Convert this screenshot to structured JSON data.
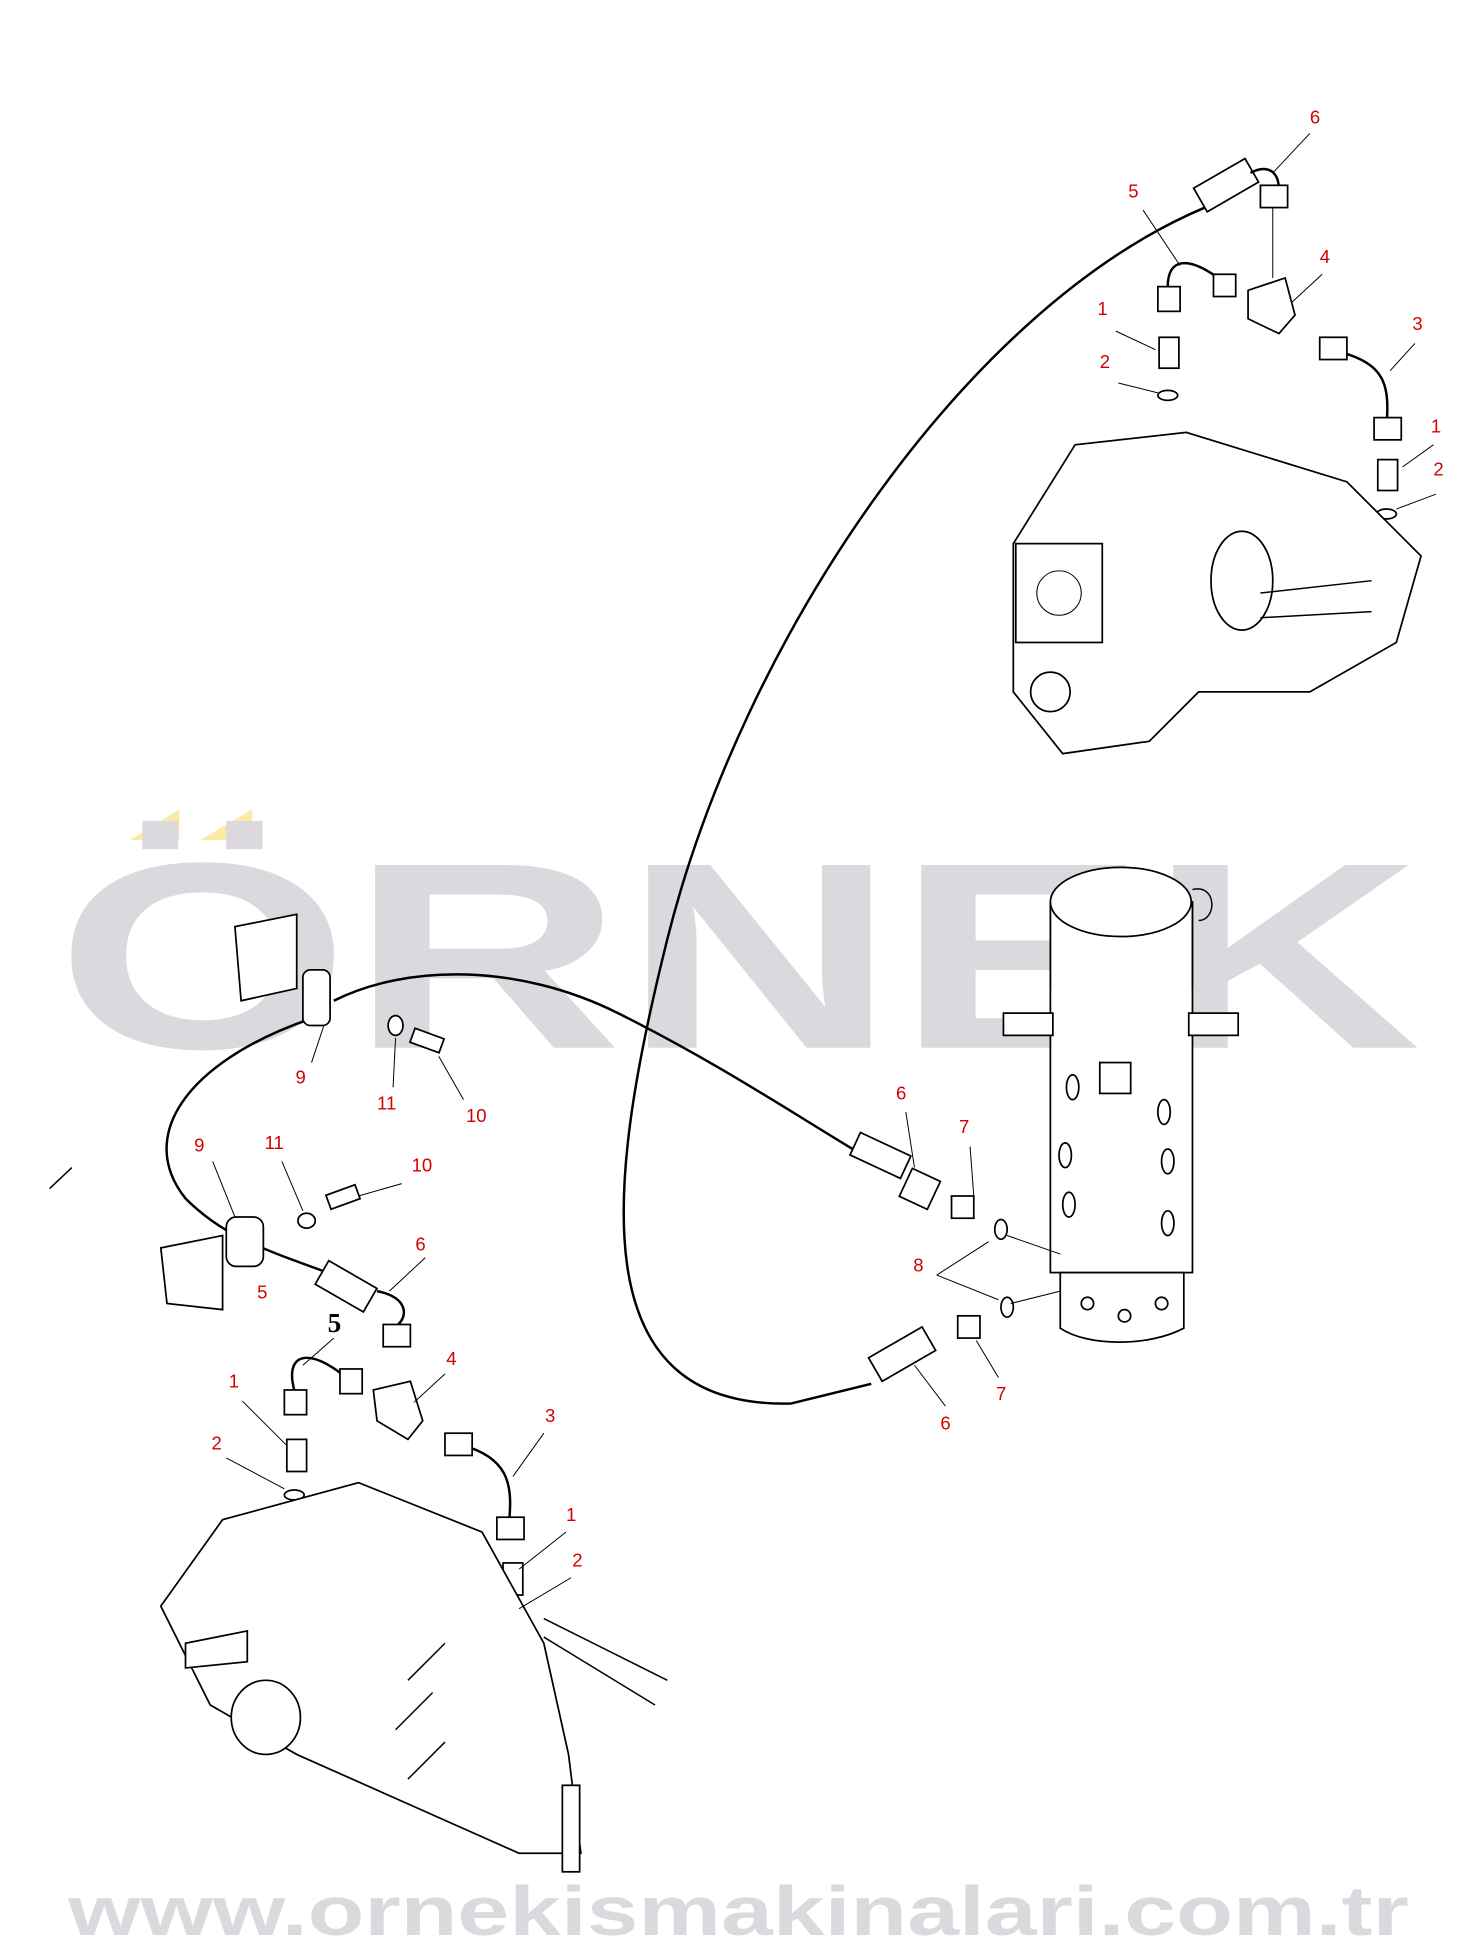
{
  "watermark": {
    "brand": "ÖRNEK",
    "url": "www.ornekismakinalari.com.tr",
    "brand_color": "#dcd9de",
    "accent_color": "#fde9a6"
  },
  "label_color": "#d40000",
  "callouts": {
    "top_right": [
      {
        "id": "tr6",
        "text": "6"
      },
      {
        "id": "tr5",
        "text": "5"
      },
      {
        "id": "tr4",
        "text": "4"
      },
      {
        "id": "tr1a",
        "text": "1"
      },
      {
        "id": "tr3",
        "text": "3"
      },
      {
        "id": "tr2a",
        "text": "2"
      },
      {
        "id": "tr1b",
        "text": "1"
      },
      {
        "id": "tr2b",
        "text": "2"
      }
    ],
    "middle": [
      {
        "id": "m9a",
        "text": "9"
      },
      {
        "id": "m11a",
        "text": "11"
      },
      {
        "id": "m10a",
        "text": "10"
      },
      {
        "id": "m6a",
        "text": "6"
      },
      {
        "id": "m7a",
        "text": "7"
      },
      {
        "id": "m9b",
        "text": "9"
      },
      {
        "id": "m11b",
        "text": "11"
      },
      {
        "id": "m10b",
        "text": "10"
      },
      {
        "id": "m8",
        "text": "8"
      },
      {
        "id": "m5",
        "text": "5"
      },
      {
        "id": "m7b",
        "text": "7"
      },
      {
        "id": "m6b",
        "text": "6"
      }
    ],
    "bottom_left": [
      {
        "id": "bl6",
        "text": "6"
      },
      {
        "id": "bl5bold",
        "text": "5"
      },
      {
        "id": "bl4",
        "text": "4"
      },
      {
        "id": "bl1a",
        "text": "1"
      },
      {
        "id": "bl3",
        "text": "3"
      },
      {
        "id": "bl2a",
        "text": "2"
      },
      {
        "id": "bl1b",
        "text": "1"
      },
      {
        "id": "bl2b",
        "text": "2"
      }
    ]
  }
}
